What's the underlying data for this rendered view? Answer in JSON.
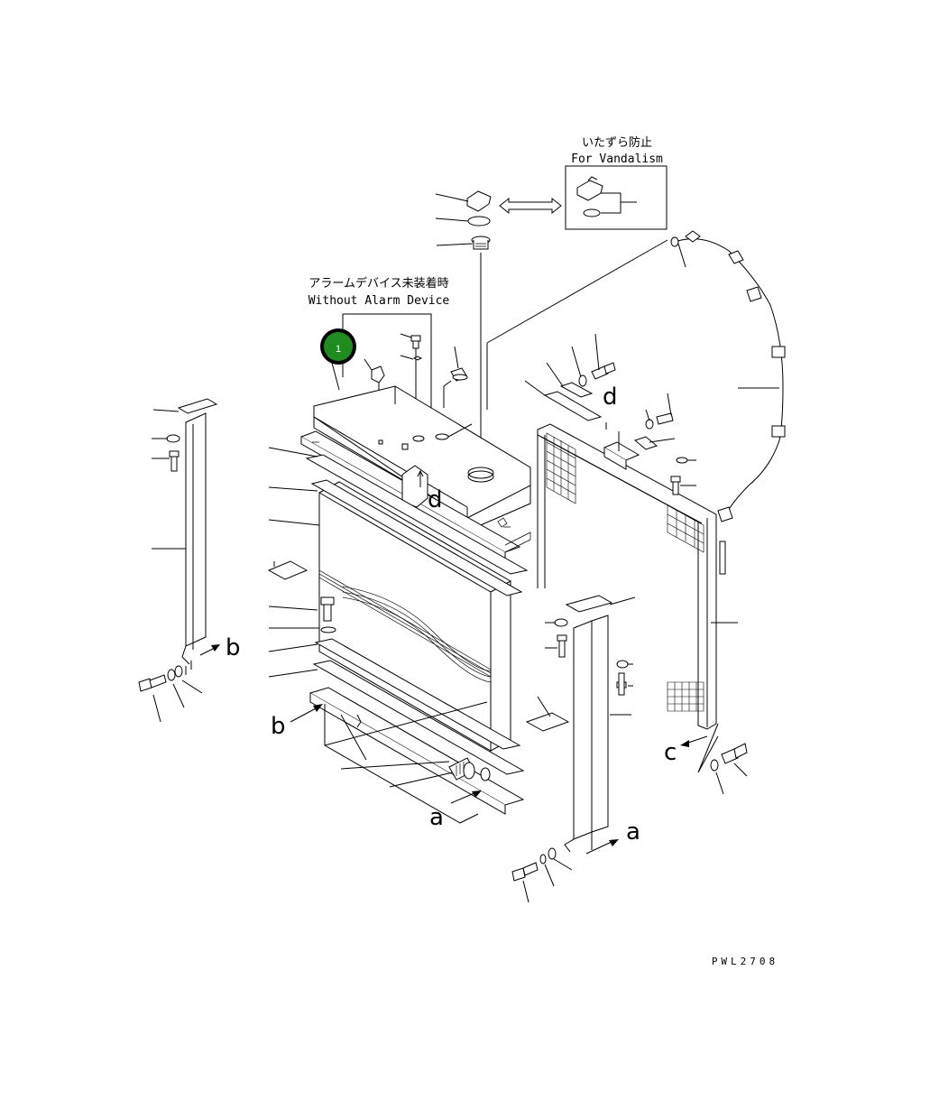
{
  "labels": {
    "vandalism_jp": "いたずら防止",
    "vandalism_en": "For Vandalism",
    "alarm_jp": "アラームデバイス未装着時",
    "alarm_en": "Without Alarm Device",
    "drawing_code": "PWL2708"
  },
  "callout": {
    "number": "1",
    "color": "#1e8c1e"
  },
  "view_refs": {
    "a": "a",
    "b": "b",
    "c": "c",
    "d": "d"
  }
}
